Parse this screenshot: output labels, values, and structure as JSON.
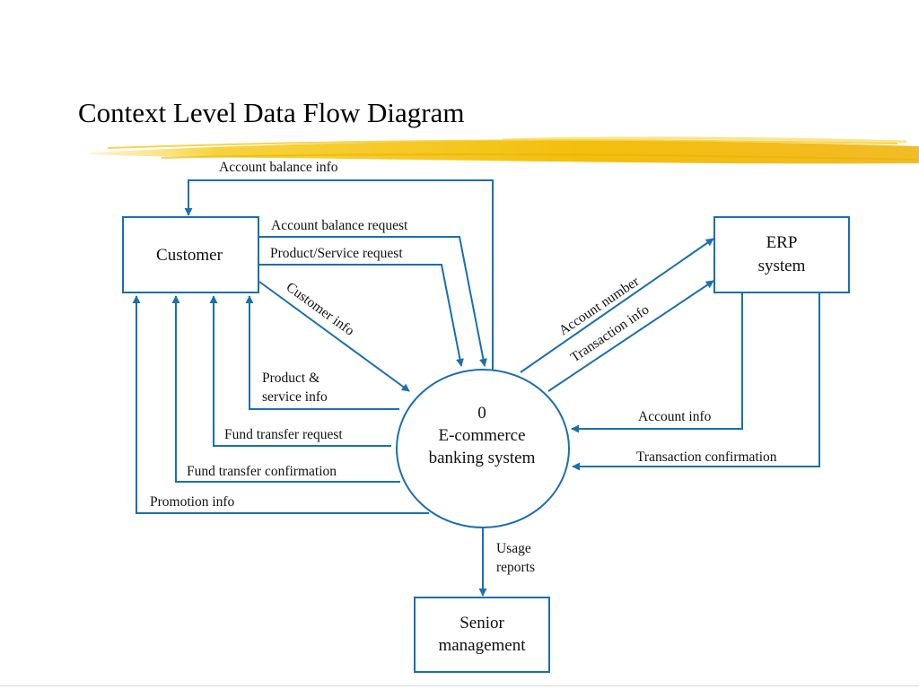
{
  "title": "Context Level Data Flow Diagram",
  "colors": {
    "accent": "#1a6fb0",
    "highlight": "#f5c400",
    "text": "#111111"
  },
  "entities": {
    "customer": "Customer",
    "erp": [
      "ERP",
      "system"
    ],
    "senior": [
      "Senior",
      "management"
    ]
  },
  "process": {
    "number": "0",
    "name": [
      "E-commerce",
      "banking system"
    ]
  },
  "flows": {
    "account_balance_info": "Account balance info",
    "account_balance_request": "Account balance request",
    "product_service_request": "Product/Service request",
    "customer_info": "Customer info",
    "product_service_info": [
      "Product &",
      "service info"
    ],
    "fund_transfer_request": "Fund transfer request",
    "fund_transfer_confirmation": "Fund transfer confirmation",
    "promotion_info": "Promotion info",
    "account_number": "Account number",
    "transaction_info": "Transaction info",
    "account_info": "Account info",
    "transaction_confirmation": "Transaction confirmation",
    "usage_reports": [
      "Usage",
      "reports"
    ]
  }
}
